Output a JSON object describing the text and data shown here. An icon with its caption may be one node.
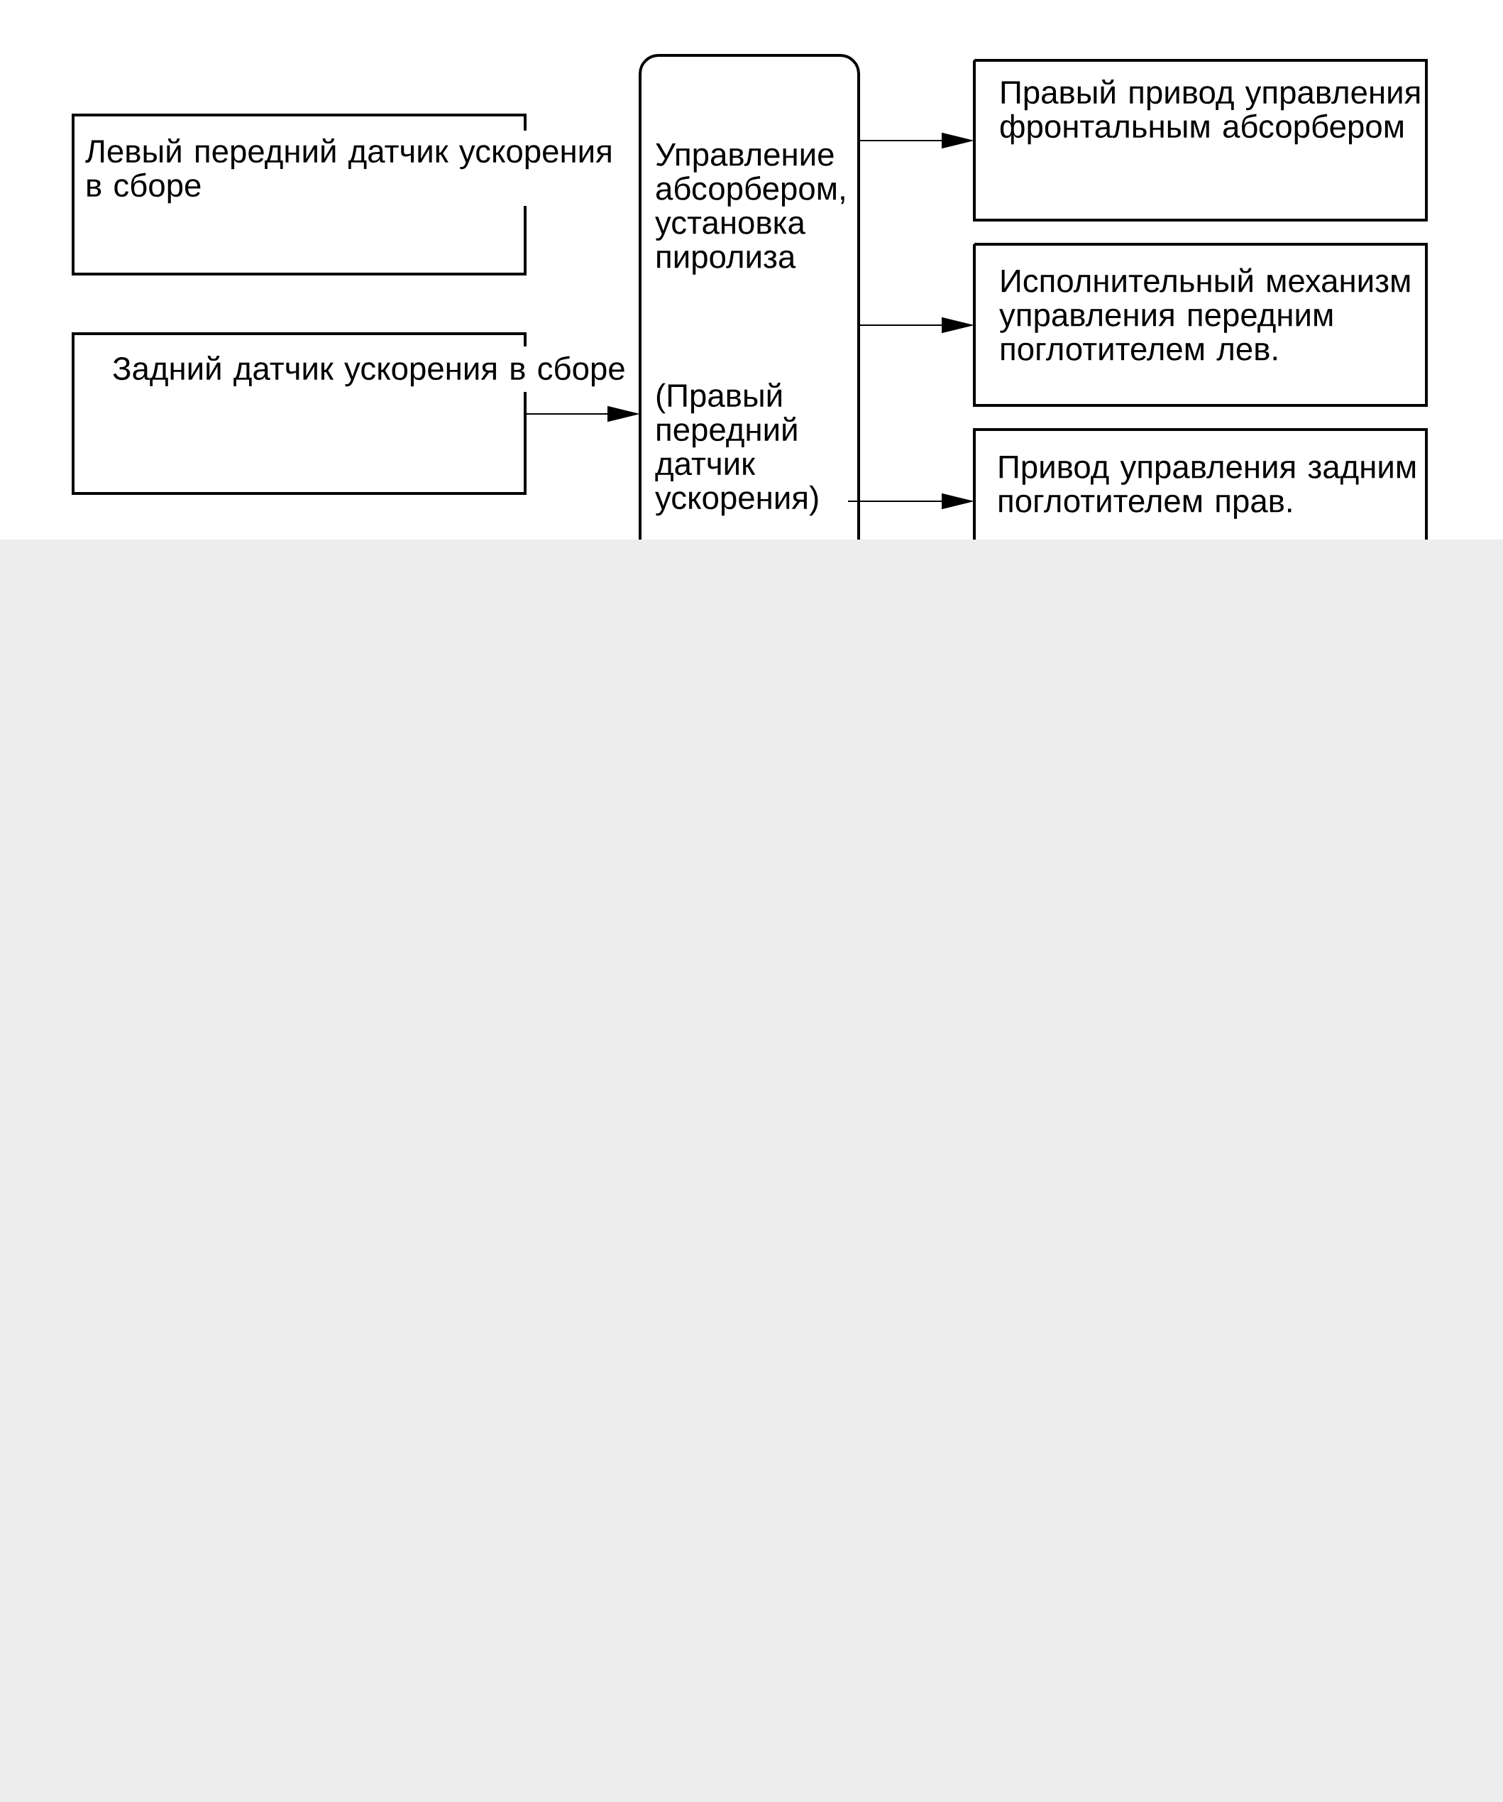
{
  "diagram": {
    "nodes": [
      {
        "text": [
          "Левый передний датчик ускорения в сборе"
        ]
      },
      {
        "text": [
          "Задний датчик ускорения в сборе"
        ]
      },
      {
        "text": [
          "Управление абсорбером, установка пиролиза"
        ]
      },
      {
        "text": [
          "Правый привод управления фронтальным абсорбером"
        ]
      },
      {
        "text": [
          "Исполнительный механизм управления передним поглотителем лев."
        ]
      },
      {
        "text": [
          "(Правый передний датчик ускорения)"
        ],
        "in": 2
      },
      {
        "text": [
          "Привод управления задним поглотителем прав."
        ]
      }
    ],
    "edges": [
      {
        "from": 1,
        "to": 2,
        "arrow": "to"
      },
      {
        "from": 2,
        "to": 3,
        "arrow": "to"
      },
      {
        "from": 2,
        "to": 4,
        "arrow": "to"
      },
      {
        "from": 5,
        "to": 6,
        "arrow": "to"
      }
    ]
  }
}
